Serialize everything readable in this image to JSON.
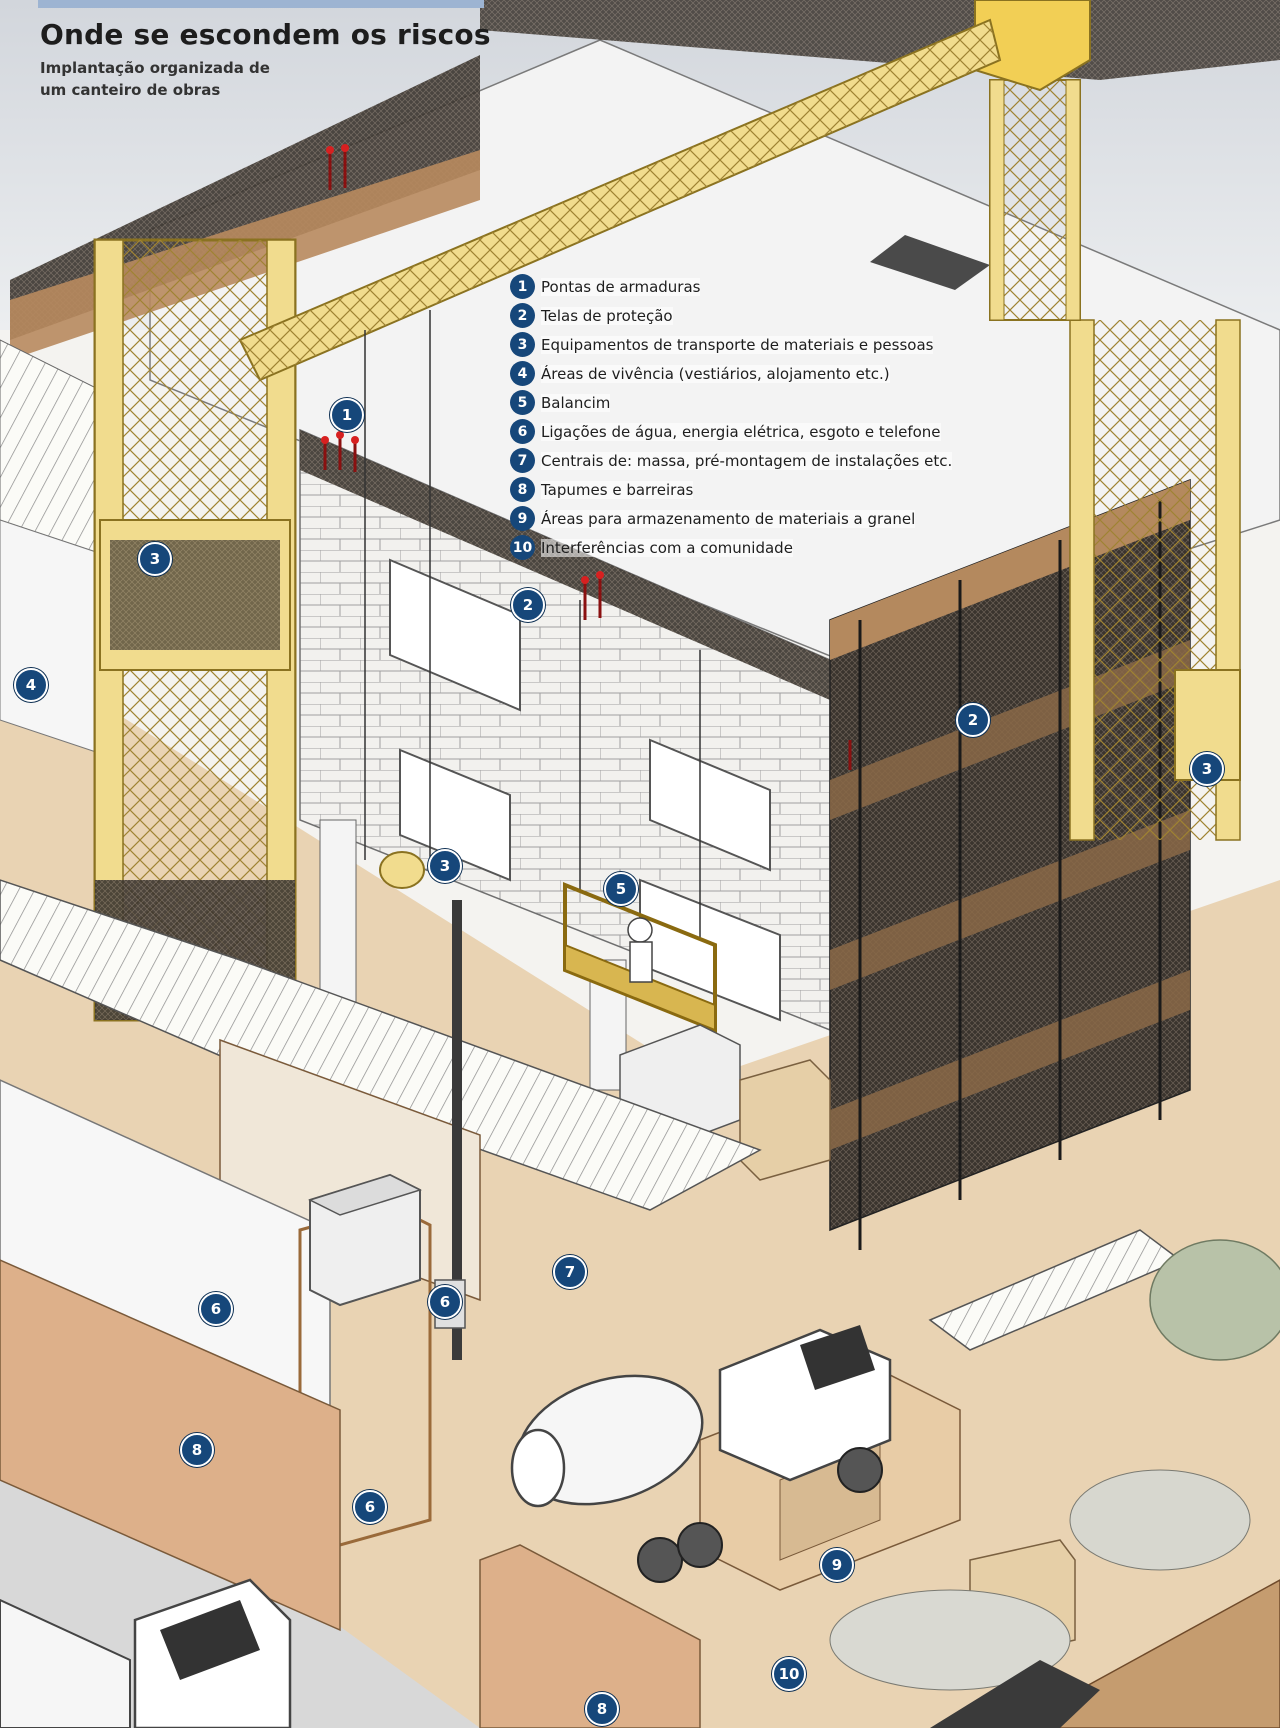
{
  "title": "Onde se escondem os riscos",
  "subtitle": "Implantação organizada de um canteiro de obras",
  "legend": [
    {
      "num": "1",
      "text": "Pontas de armaduras"
    },
    {
      "num": "2",
      "text": "Telas de proteção"
    },
    {
      "num": "3",
      "text": "Equipamentos de transporte de materiais e pessoas"
    },
    {
      "num": "4",
      "text": "Áreas de vivência (vestiários, alojamento etc.)"
    },
    {
      "num": "5",
      "text": "Balancim"
    },
    {
      "num": "6",
      "text": "Ligações de água, energia elétrica, esgoto e telefone"
    },
    {
      "num": "7",
      "text": "Centrais de: massa, pré-montagem de instalações etc."
    },
    {
      "num": "8",
      "text": "Tapumes e barreiras"
    },
    {
      "num": "9",
      "text": "Áreas para armazenamento de materiais a granel"
    },
    {
      "num": "10",
      "text": "Interferências com a comunidade"
    }
  ],
  "markers": [
    "1",
    "2",
    "2",
    "3",
    "3",
    "3",
    "4",
    "5",
    "6",
    "6",
    "6",
    "7",
    "8",
    "8",
    "9",
    "10"
  ],
  "colors": {
    "marker": "#16477a",
    "crane": "#f1dc8e",
    "crane_stroke": "#8a7220",
    "ground": "#e9d3b3",
    "wood": "#c79a6c",
    "net": "#2c2824",
    "wall": "#f1f0ec",
    "brick_line": "#9a9a9a",
    "roof": "#fbfbf6",
    "fence": "#ddb08a",
    "tree": "#b8c2a8"
  }
}
